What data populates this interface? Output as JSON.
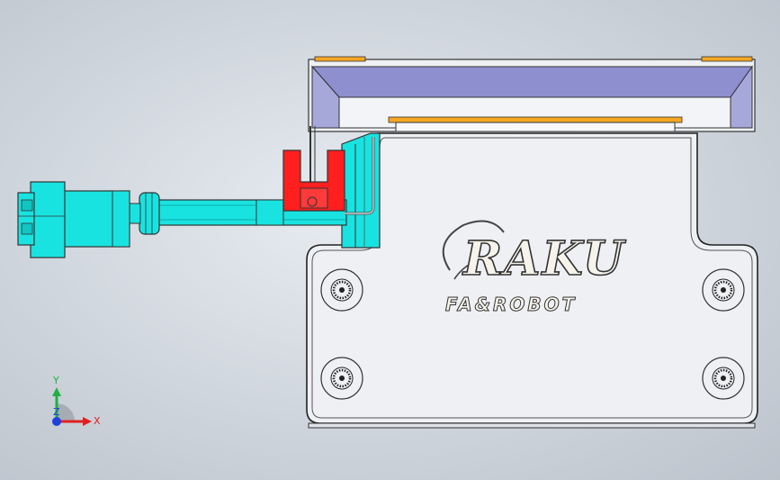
{
  "logo": {
    "brand": "RAKU",
    "tagline": "FA&ROBOT"
  },
  "triad": {
    "x_label": "X",
    "y_label": "Y",
    "z_label": "Z"
  },
  "colors": {
    "background": "#d3d9e0",
    "body_steel": "#eef0f3",
    "connector_cyan": "#19e3e0",
    "bracket_red": "#ff1f1f",
    "plate_purple": "#9a9bd6",
    "pad_orange": "#f5a623",
    "axis_x": "#e02020",
    "axis_y": "#20b040",
    "axis_z": "#2040e0"
  }
}
